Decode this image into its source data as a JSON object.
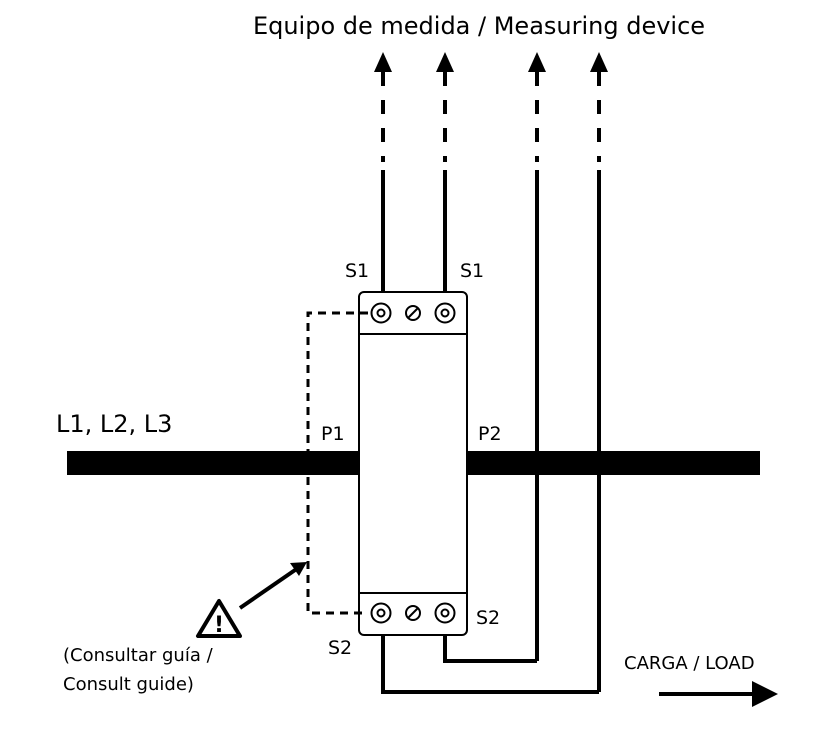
{
  "title": "Equipo de medida / Measuring device",
  "line_label": "L1, L2, L3",
  "terminals": {
    "s1_left": "S1",
    "s1_right": "S1",
    "p1": "P1",
    "p2": "P2",
    "s2_right": "S2",
    "s2_left": "S2"
  },
  "warning": {
    "icon_glyph": "!",
    "line1": "(Consultar guía /",
    "line2": "Consult guide)"
  },
  "load_label": "CARGA / LOAD",
  "colors": {
    "ink": "#000000",
    "background": "#ffffff"
  },
  "icons": [
    "arrow-up-icon",
    "warning-triangle-icon",
    "arrow-right-icon",
    "terminal-screw-icon"
  ]
}
